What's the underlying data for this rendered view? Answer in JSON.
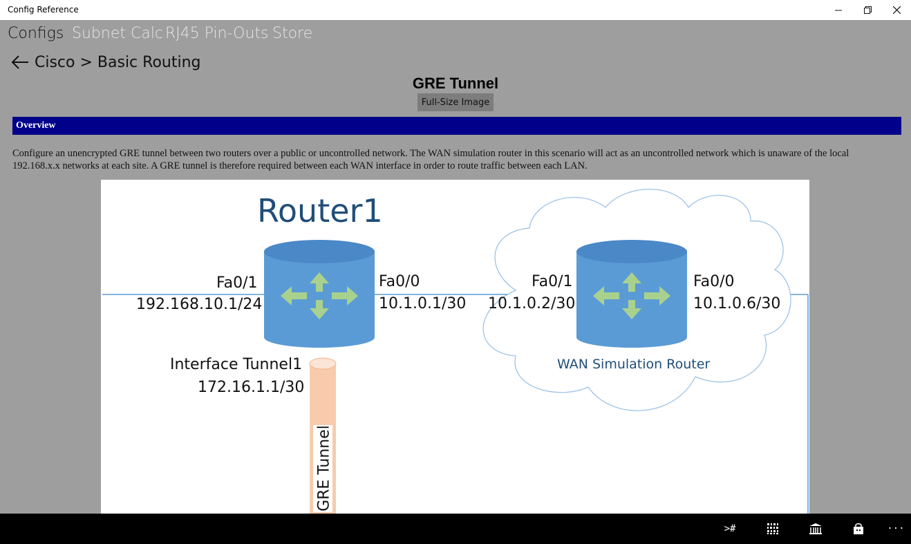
{
  "window": {
    "title": "Config Reference"
  },
  "nav": {
    "items": [
      "Configs",
      "Subnet Calc",
      "RJ45 Pin-Outs",
      "Store"
    ]
  },
  "breadcrumb": {
    "text": "Cisco > Basic Routing"
  },
  "page": {
    "title": "GRE Tunnel",
    "full_size_button": "Full-Size Image",
    "section_header": "Overview",
    "description": "Configure an unencrypted GRE tunnel between two routers over a public or uncontrolled network. The WAN simulation router in this scenario will act as an uncontrolled network which is unaware of the local 192.168.x.x networks at each site. A GRE tunnel is therefore required between each WAN interface in order to route traffic between each LAN."
  },
  "diagram": {
    "router1_name": "Router1",
    "r1_left_iface": "Fa0/1",
    "r1_left_ip": "192.168.10.1/24",
    "r1_right_iface": "Fa0/0",
    "r1_right_ip": "10.1.0.1/30",
    "tunnel_iface": "Interface Tunnel1",
    "tunnel_ip": "172.16.1.1/30",
    "tunnel_label": "GRE Tunnel",
    "wan_left_iface": "Fa0/1",
    "wan_left_ip": "10.1.0.2/30",
    "wan_right_iface": "Fa0/0",
    "wan_right_ip": "10.1.0.6/30",
    "wan_name": "WAN Simulation Router",
    "colors": {
      "router_body": "#5b9bd5",
      "router_top": "#4a88c7",
      "arrows": "#a9d18e",
      "tunnel": "#f8cbad",
      "link": "#5b9bd5"
    }
  },
  "taskbar": {
    "icons": [
      "terminal-icon",
      "binary-icon",
      "archive-icon",
      "store-bag-icon",
      "more-icon"
    ],
    "terminal_label": ">#",
    "more_label": "···"
  }
}
